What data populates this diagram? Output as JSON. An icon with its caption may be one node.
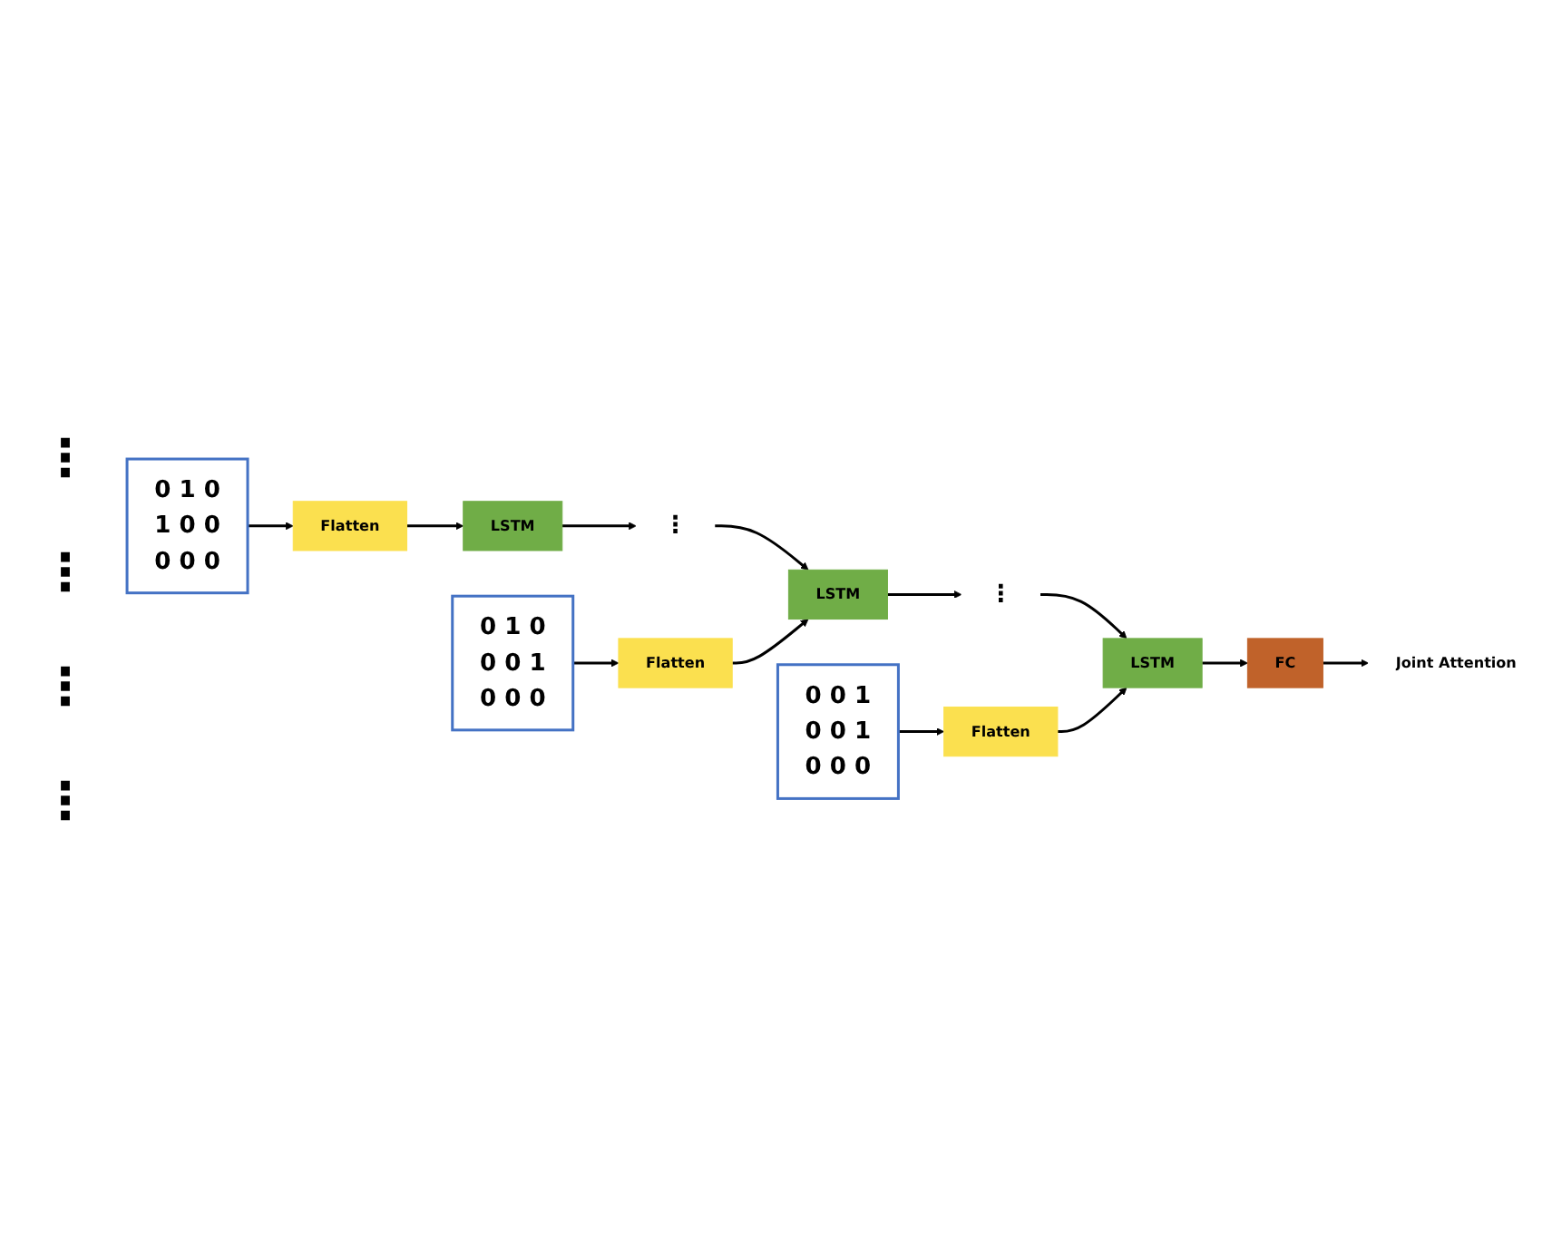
{
  "diagram": {
    "nodes": [
      {
        "text": [
          "0 1 0",
          "1 0 0",
          "0 0 0"
        ]
      },
      {
        "text": [
          "Flatten"
        ]
      },
      {
        "text": [
          "LSTM"
        ]
      },
      {
        "text": [
          "⋮"
        ]
      },
      {
        "text": [
          "0 1 0",
          "0 0 1",
          "0 0 0"
        ]
      },
      {
        "text": [
          "Flatten"
        ]
      },
      {
        "text": [
          "LSTM"
        ]
      },
      {
        "text": [
          "⋮"
        ]
      },
      {
        "text": [
          "0 0 1",
          "0 0 1",
          "0 0 0"
        ]
      },
      {
        "text": [
          "Flatten"
        ]
      },
      {
        "text": [
          "LSTM"
        ]
      },
      {
        "text": [
          "FC"
        ]
      },
      {
        "text": [
          "Joint Attention"
        ]
      }
    ],
    "edges": [
      {
        "from": 0,
        "to": 1,
        "arrow": "to"
      },
      {
        "from": 1,
        "to": 2,
        "arrow": "to"
      },
      {
        "from": 2,
        "to": 3,
        "arrow": "to"
      },
      {
        "from": 3,
        "to": 6,
        "arrow": "to"
      },
      {
        "from": 4,
        "to": 5,
        "arrow": "to"
      },
      {
        "from": 5,
        "to": 6,
        "arrow": "to"
      },
      {
        "from": 6,
        "to": 7,
        "arrow": "to"
      },
      {
        "from": 7,
        "to": 10,
        "arrow": "to"
      },
      {
        "from": 8,
        "to": 9,
        "arrow": "to"
      },
      {
        "from": 9,
        "to": 10,
        "arrow": "to"
      },
      {
        "from": 10,
        "to": 11,
        "arrow": "to"
      },
      {
        "from": 11,
        "to": 12,
        "arrow": "to"
      }
    ],
    "labels": [
      "⋮",
      "⋮",
      "⋮",
      "⋮"
    ]
  }
}
